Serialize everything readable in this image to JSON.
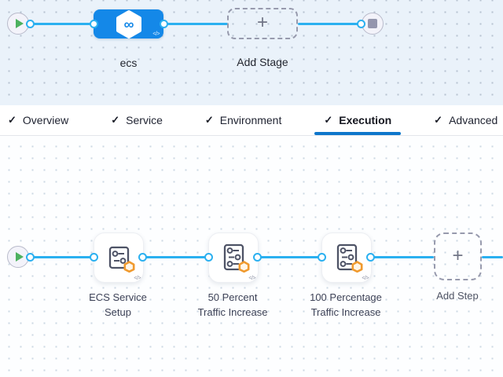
{
  "colors": {
    "stage_node_blue": "#1488e8",
    "connector_blue": "#2bb0f0",
    "active_tab_underline": "#0d76cb",
    "top_canvas_bg": "#eaf2fa",
    "bottom_canvas_bg": "#fdfeff",
    "play_green": "#4db15f",
    "stop_gray": "#9496ae",
    "badge_orange": "#f09a2e"
  },
  "icons": {
    "check": "✓",
    "plus": "+",
    "code": "</>",
    "infinity": "∞"
  },
  "stage_canvas": {
    "stage": {
      "label": "ecs",
      "icon": "harness-pipeline-icon"
    },
    "add_stage": {
      "label": "Add Stage",
      "icon": "plus-icon"
    }
  },
  "tabs": {
    "items": [
      {
        "label": "Overview",
        "checked": true,
        "active": false
      },
      {
        "label": "Service",
        "checked": true,
        "active": false
      },
      {
        "label": "Environment",
        "checked": true,
        "active": false
      },
      {
        "label": "Execution",
        "checked": true,
        "active": true
      },
      {
        "label": "Advanced",
        "checked": true,
        "active": false
      }
    ]
  },
  "execution_canvas": {
    "steps": [
      {
        "label_lines": [
          "ECS Service",
          "Setup"
        ],
        "icon": "ecs-service-setup-icon"
      },
      {
        "label_lines": [
          "50 Percent",
          "Traffic Increase"
        ],
        "icon": "traffic-shift-icon"
      },
      {
        "label_lines": [
          "100 Percentage",
          "Traffic Increase"
        ],
        "icon": "traffic-shift-icon"
      }
    ],
    "add_step": {
      "label": "Add Step",
      "icon": "plus-icon"
    }
  }
}
